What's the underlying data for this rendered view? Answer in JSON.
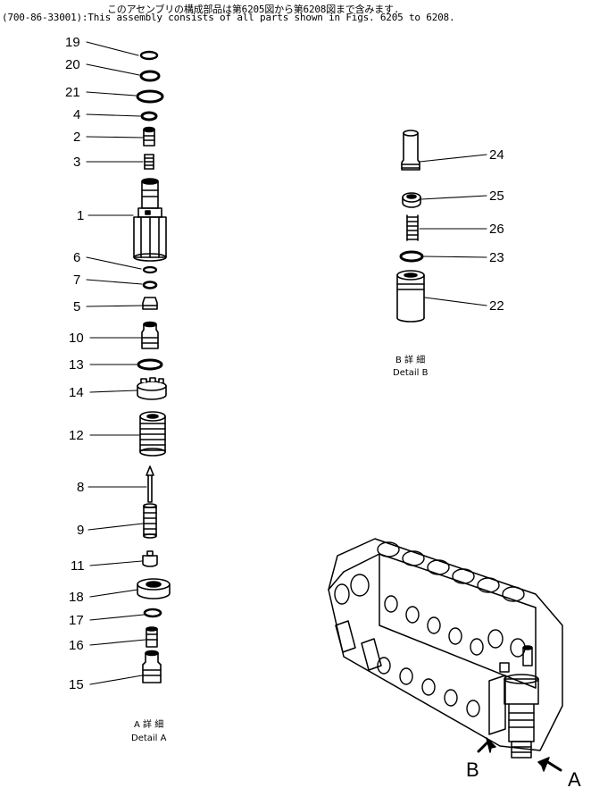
{
  "header": {
    "line1": "このアセンブリの構成部品は第6205図から第6208図まで含みます.",
    "line2": "(700-86-33001):This assembly consists of all parts shown in Figs. 6205 to 6208."
  },
  "detail_a": {
    "caption_jp": "A 詳 細",
    "caption_en": "Detail A",
    "callouts": [
      "19",
      "20",
      "21",
      "4",
      "2",
      "3",
      "1",
      "6",
      "7",
      "5",
      "10",
      "13",
      "14",
      "12",
      "8",
      "9",
      "11",
      "18",
      "17",
      "16",
      "15"
    ]
  },
  "detail_b": {
    "caption_jp": "B 詳 細",
    "caption_en": "Detail B",
    "callouts": [
      "24",
      "25",
      "26",
      "23",
      "22"
    ]
  },
  "view_markers": {
    "a": "A",
    "b": "B"
  }
}
